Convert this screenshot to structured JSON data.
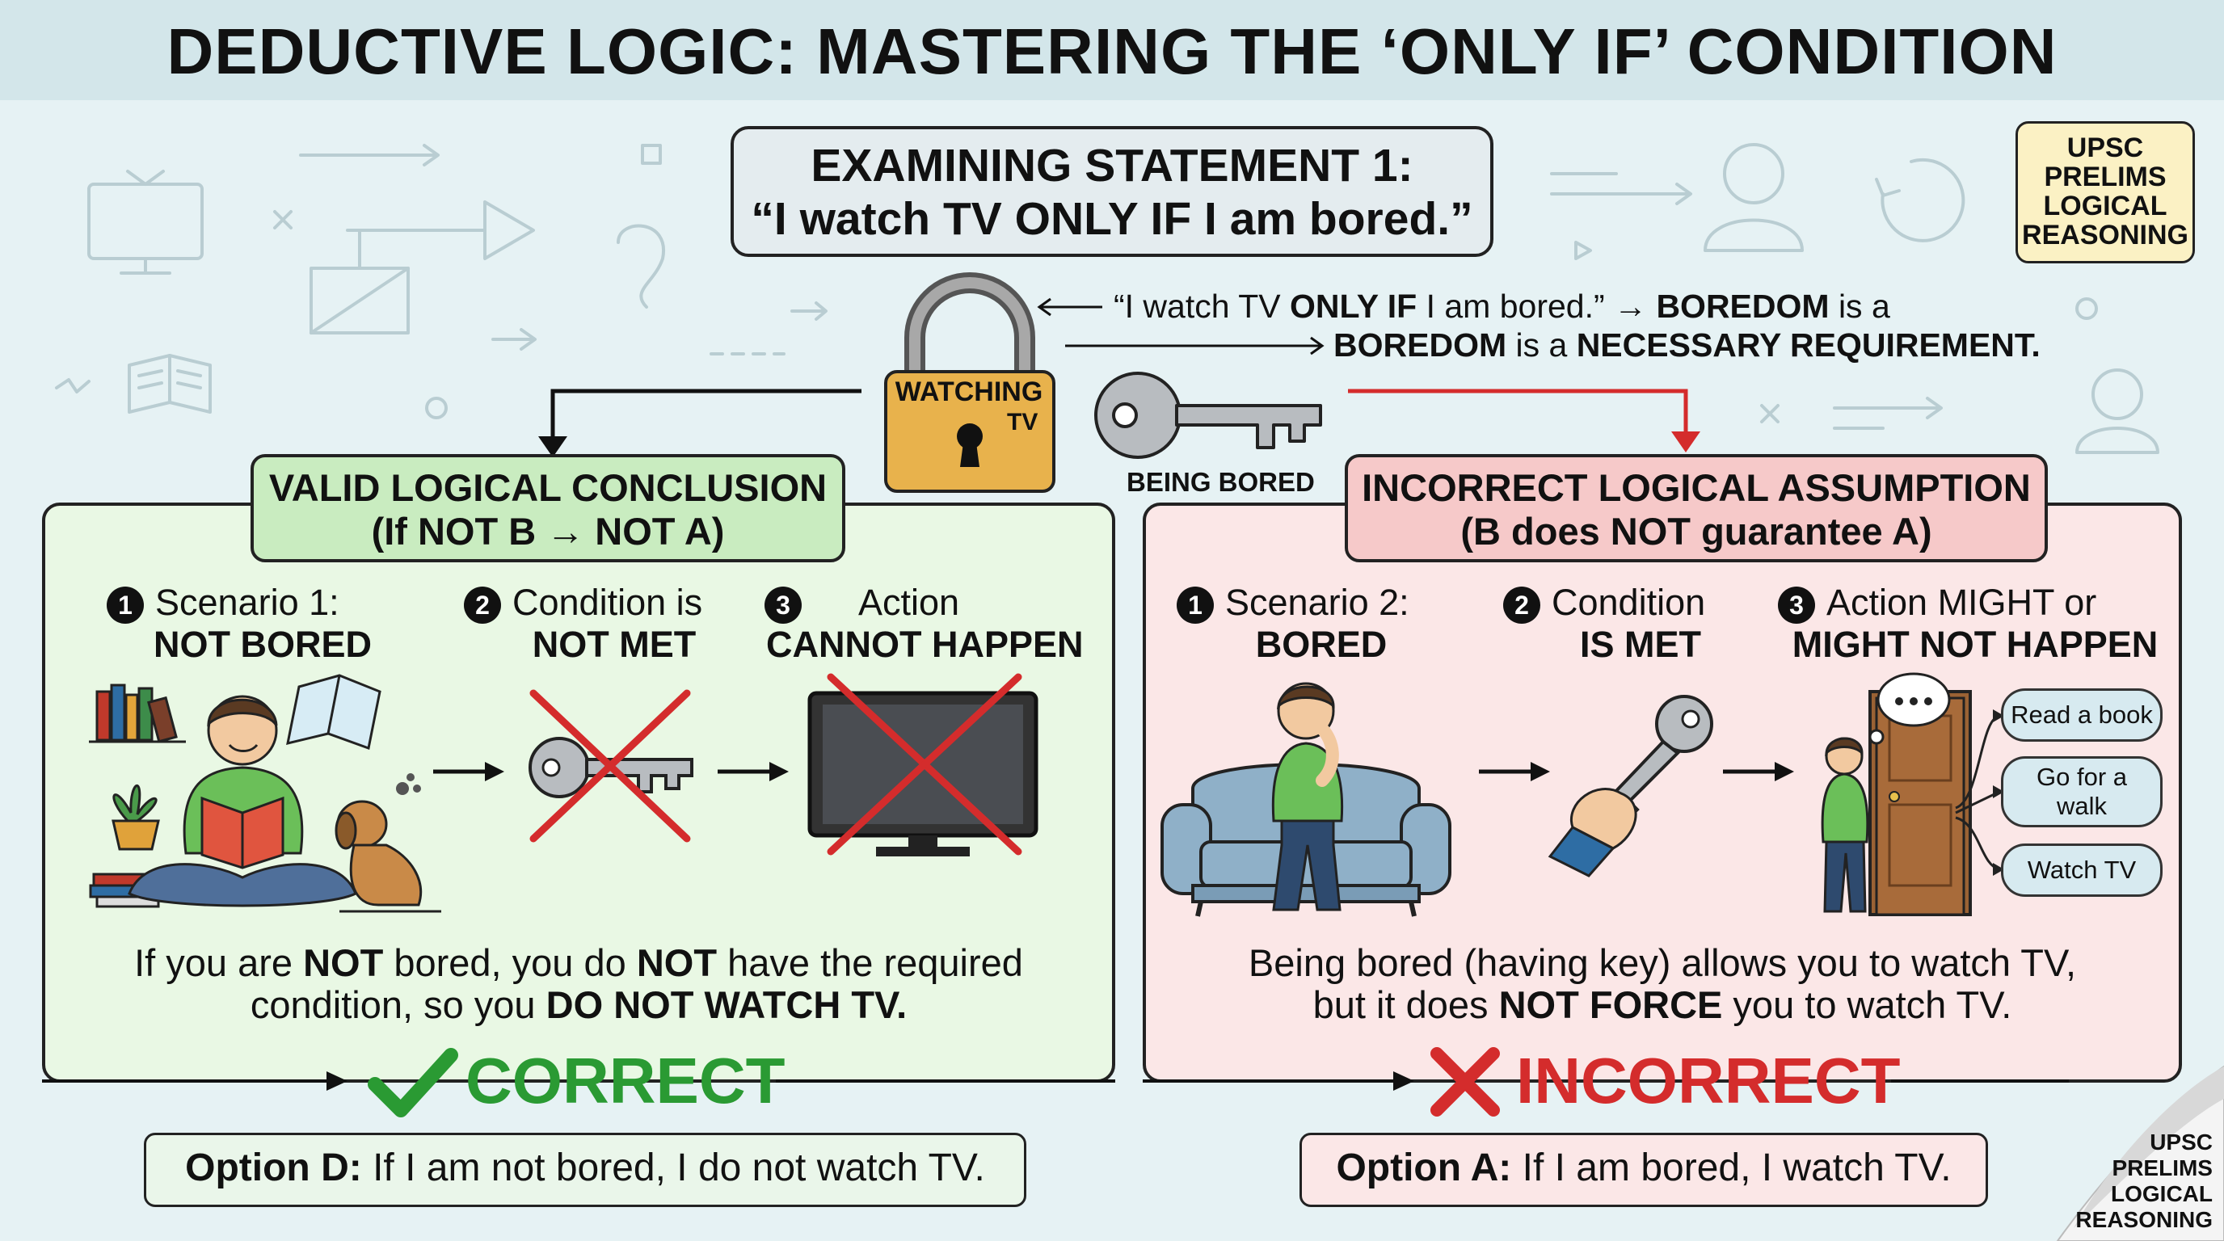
{
  "title": "DEDUCTIVE LOGIC: MASTERING THE ‘ONLY IF’ CONDITION",
  "statement": {
    "line1": "EXAMINING STATEMENT 1:",
    "line2": "“I watch TV ONLY IF I am bored.”"
  },
  "badge": {
    "l1": "UPSC",
    "l2": "PRELIMS",
    "l3": "LOGICAL",
    "l4": "REASONING"
  },
  "corner_badge": {
    "l1": "UPSC",
    "l2": "PRELIMS",
    "l3": "LOGICAL",
    "l4": "REASONING"
  },
  "explain": {
    "q_open": "“I watch TV ",
    "q_bold": "ONLY IF",
    "q_close": " I am bored.” ",
    "arrow": "→",
    "b1": "BOREDOM",
    "b1_rest": " is a",
    "b2": "BOREDOM",
    "b2_mid": " is a ",
    "b2_end": "NECESSARY REQUIREMENT."
  },
  "lock": {
    "l1": "WATCHING",
    "l2": "TV"
  },
  "key_label": "BEING BORED",
  "left": {
    "header1": "VALID LOGICAL CONCLUSION",
    "header2": "(If NOT B → NOT A)",
    "steps": [
      {
        "n": "1",
        "l1": "Scenario 1:",
        "l2": "NOT BORED"
      },
      {
        "n": "2",
        "l1": "Condition is",
        "l2": "NOT MET"
      },
      {
        "n": "3",
        "l1": "Action",
        "l2": "CANNOT HAPPEN"
      }
    ],
    "desc": {
      "a": "If you are ",
      "b": "NOT",
      "c": " bored, you do ",
      "d": "NOT",
      "e": " have the required",
      "f": "condition, so you ",
      "g": "DO NOT WATCH TV."
    },
    "verdict": "CORRECT",
    "option_label": "Option D:",
    "option_text": " If I am not bored, I do not watch TV."
  },
  "right": {
    "header1": "INCORRECT LOGICAL ASSUMPTION",
    "header2": "(B does NOT guarantee A)",
    "steps": [
      {
        "n": "1",
        "l1": "Scenario 2:",
        "l2": "BORED"
      },
      {
        "n": "2",
        "l1": "Condition",
        "l2": "IS MET"
      },
      {
        "n": "3",
        "l1": "Action MIGHT or",
        "l2": "MIGHT NOT HAPPEN"
      }
    ],
    "choices": [
      "Read a book",
      "Go for a walk",
      "Watch TV"
    ],
    "desc": {
      "a": "Being bored (having key) allows you to watch TV,",
      "b": "but it does ",
      "c": "NOT FORCE",
      "d": " you to watch TV."
    },
    "verdict": "INCORRECT",
    "option_label": "Option A:",
    "option_text": " If I am bored, I watch TV."
  },
  "colors": {
    "background": "#e6f2f4",
    "left_panel": "#e9f8e4",
    "left_header": "#c9ecc0",
    "right_panel": "#fbe7e7",
    "right_header": "#f6c9c9",
    "correct": "#2a9a33",
    "incorrect": "#d42c2c",
    "lock": "#e8b24c"
  },
  "icons": [
    "tv-icon",
    "arrow-icon",
    "user-icon",
    "book-icon",
    "refresh-icon",
    "lock-icon",
    "key-icon",
    "check-icon",
    "cross-icon",
    "door-icon",
    "thought-bubble-icon"
  ]
}
